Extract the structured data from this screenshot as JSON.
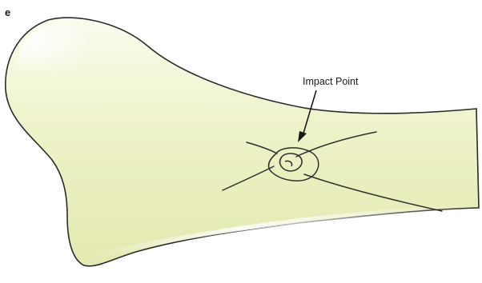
{
  "figure": {
    "panel_label": "e",
    "callout": {
      "label": "Impact Point"
    },
    "colors": {
      "bone_fill_light": "#fbfcef",
      "bone_fill_mid": "#eef2c8",
      "bone_fill_dark": "#dfe6a8",
      "outline": "#2b2b2b",
      "fracture_line": "#2e2e2e"
    },
    "elements": {
      "bone": "bone-shaft",
      "impact_site": "impact-site-rings",
      "fracture_lines": "radiating-fracture-lines",
      "arrow": "callout-arrow"
    }
  }
}
